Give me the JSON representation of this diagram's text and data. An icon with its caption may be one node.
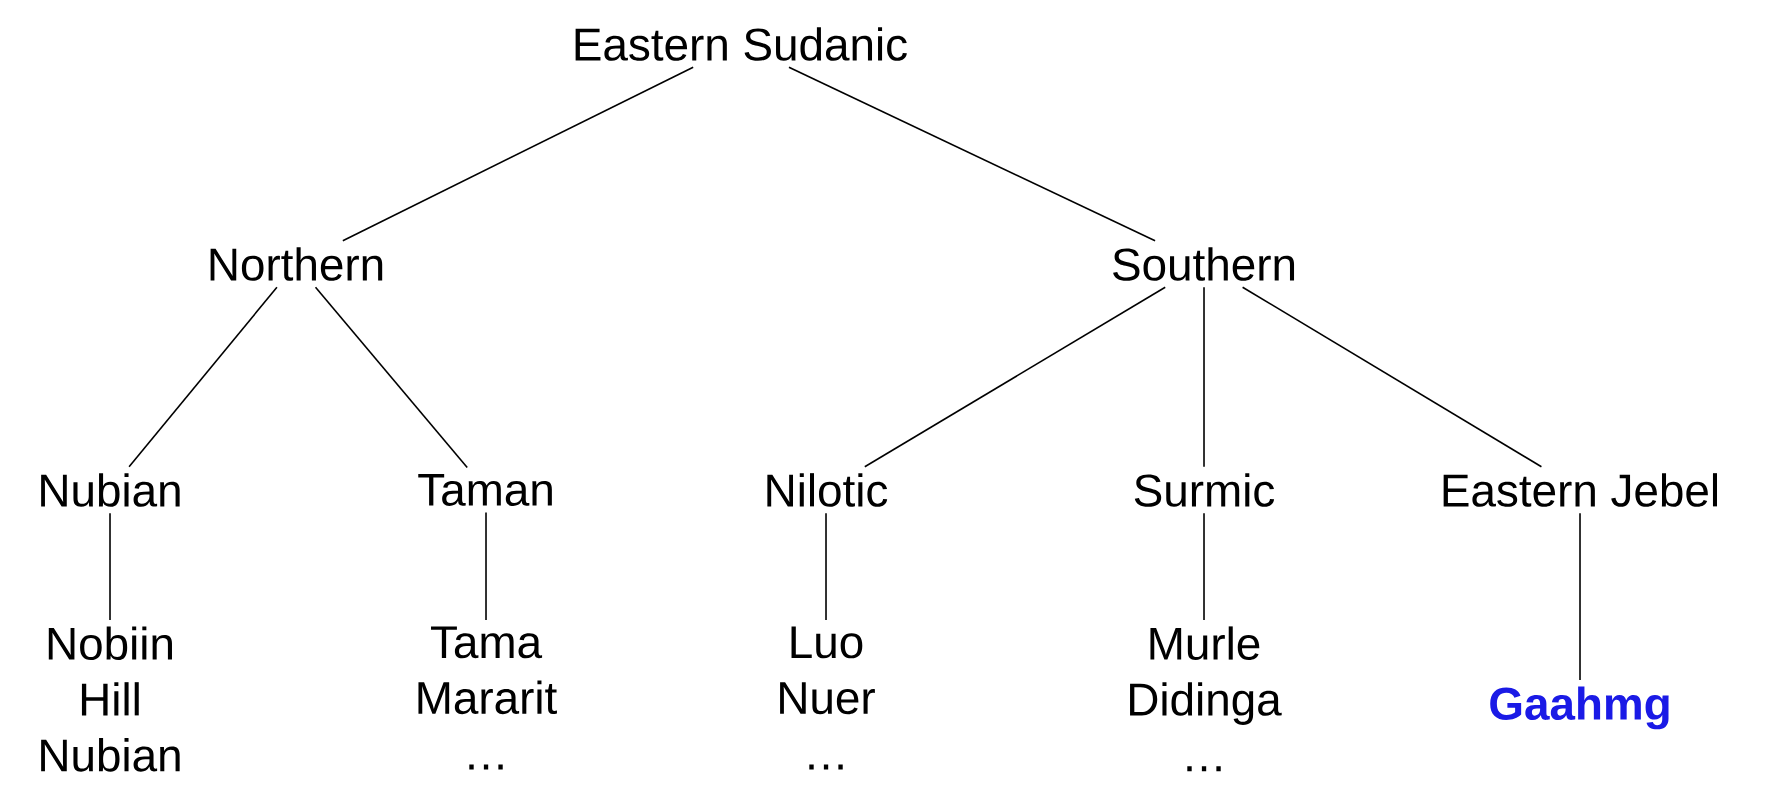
{
  "diagram": {
    "nodes": [
      {
        "text": [
          "Eastern Sudanic"
        ]
      },
      {
        "text": [
          "Northern"
        ]
      },
      {
        "text": [
          "Southern"
        ]
      },
      {
        "text": [
          "Nubian"
        ]
      },
      {
        "text": [
          "Taman"
        ]
      },
      {
        "text": [
          "Nilotic"
        ]
      },
      {
        "text": [
          "Surmic"
        ]
      },
      {
        "text": [
          "Eastern Jebel"
        ]
      },
      {
        "text": [
          "Nobiin",
          "Hill Nubian"
        ]
      },
      {
        "text": [
          "Tama",
          "Mararit",
          "…"
        ]
      },
      {
        "text": [
          "Luo",
          "Nuer",
          "…"
        ]
      },
      {
        "text": [
          "Murle",
          "Didinga",
          "…"
        ]
      },
      {
        "text": [
          "Gaahmg"
        ]
      }
    ],
    "edges": [
      {
        "from": 0,
        "to": 1,
        "arrow": "none"
      },
      {
        "from": 0,
        "to": 2,
        "arrow": "none"
      },
      {
        "from": 1,
        "to": 3,
        "arrow": "none"
      },
      {
        "from": 1,
        "to": 4,
        "arrow": "none"
      },
      {
        "from": 2,
        "to": 5,
        "arrow": "none"
      },
      {
        "from": 2,
        "to": 6,
        "arrow": "none"
      },
      {
        "from": 2,
        "to": 7,
        "arrow": "none"
      },
      {
        "from": 3,
        "to": 8,
        "arrow": "none"
      },
      {
        "from": 4,
        "to": 9,
        "arrow": "none"
      },
      {
        "from": 5,
        "to": 10,
        "arrow": "none"
      },
      {
        "from": 6,
        "to": 11,
        "arrow": "none"
      },
      {
        "from": 7,
        "to": 12,
        "arrow": "none"
      }
    ]
  }
}
